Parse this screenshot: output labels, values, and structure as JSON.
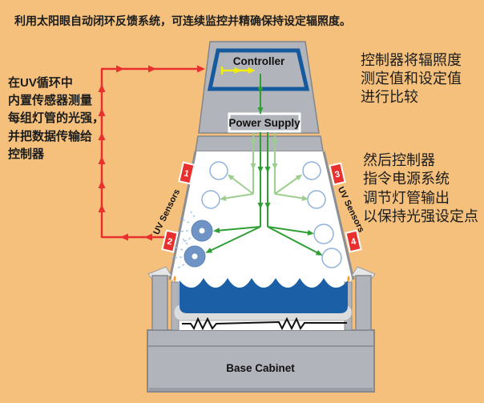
{
  "title": "利用太阳眼自动闭环反馈系统，可连续监控并精确保持设定辐照度。",
  "notes": {
    "left": [
      "在UV循环中",
      "内置传感器测量",
      "每组灯管的光强，",
      "并把数据传输给",
      "控制器"
    ],
    "right_top": [
      "控制器将辐照度",
      "测定值和设定值",
      "进行比较"
    ],
    "right_bottom": [
      "然后控制器",
      "指令电源系统",
      "调节灯管输出",
      "以保持光强设定点"
    ]
  },
  "machine": {
    "controller_label": "Controller",
    "power_supply_label": "Power Supply",
    "base_cabinet_label": "Base Cabinet",
    "uv_sensors_left_label": "UV Sensors",
    "uv_sensors_right_label": "UV Sensors",
    "sensor_numbers": [
      "1",
      "2",
      "3",
      "4"
    ]
  },
  "colors": {
    "background": "#f4c07c",
    "feedback_loop_red": "#e8312e",
    "signal_green_dark": "#2f9e33",
    "signal_green_light": "#9ccf8f",
    "data_yellow": "#f2ee00",
    "controller_blue": "#155a9e",
    "water_blue": "#1b60a6",
    "machine_gray": "#b1b4ba",
    "lamp_blue": "#6e93c4"
  }
}
